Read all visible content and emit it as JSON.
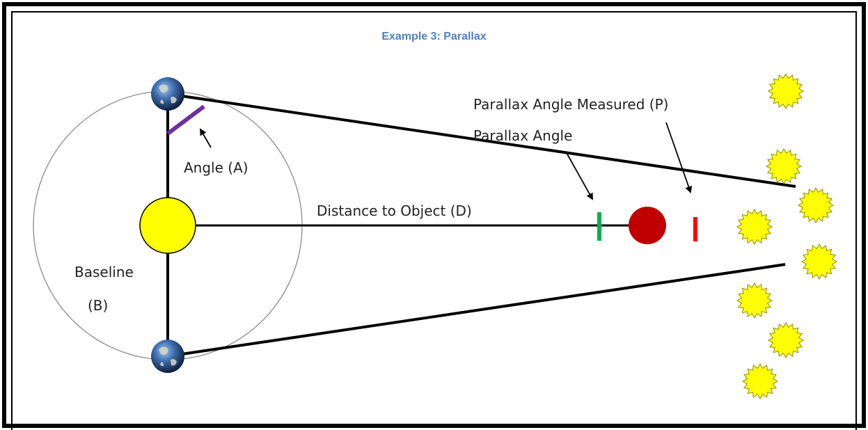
{
  "title": "Example 3: Parallax",
  "labels": {
    "parallax_angle_measured": "Parallax Angle Measured (P)",
    "parallax_angle": "Parallax Angle",
    "angle_a": "Angle (A)",
    "distance": "Distance to Object (D)",
    "baseline": "Baseline",
    "baseline_symbol": "(B)"
  },
  "colors": {
    "title": "#4f81bd",
    "sun": "#ffff00",
    "object": "#c00000",
    "angle_a_marker": "#7030a0",
    "parallax_marker": "#00b050",
    "measured_marker": "#ff0000",
    "stars": "#ffff00"
  },
  "icons": [
    "earth-icon",
    "sun-icon",
    "star-icon"
  ]
}
